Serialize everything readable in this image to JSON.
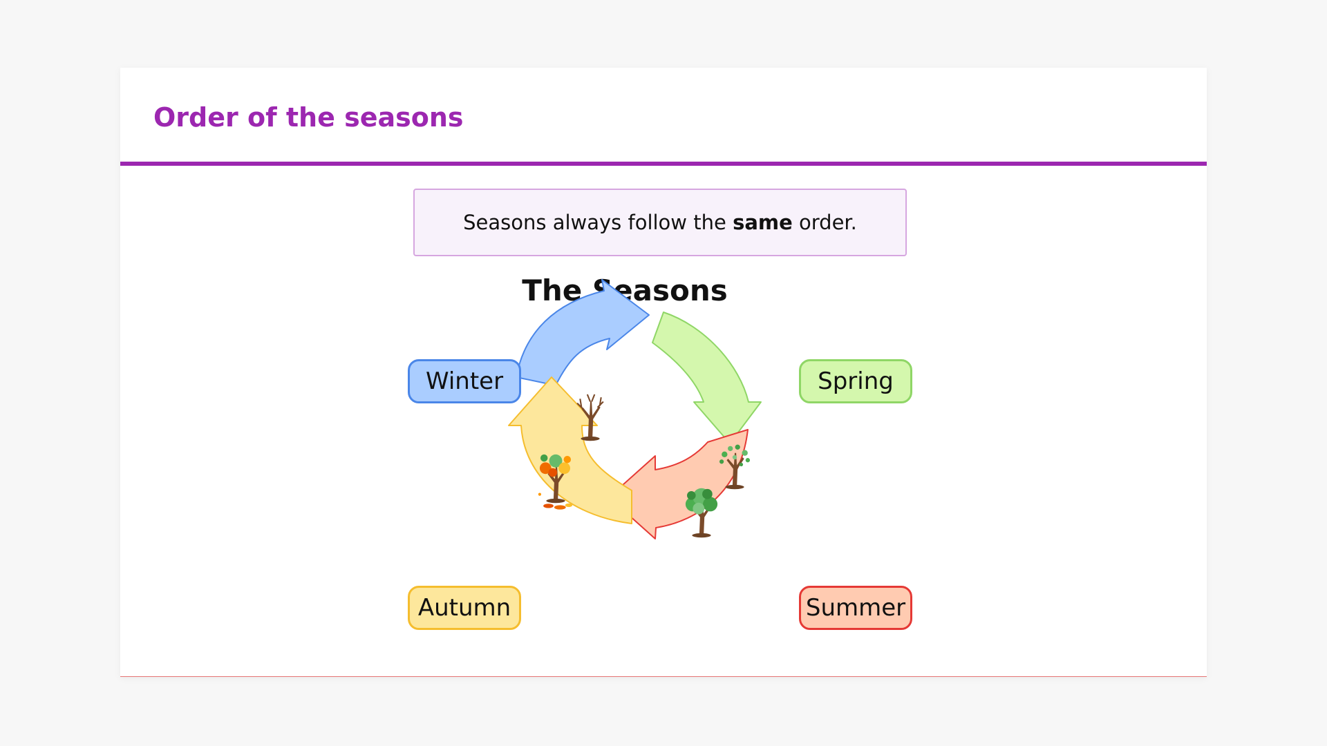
{
  "header": {
    "title": "Order of the seasons"
  },
  "callout": {
    "text_before": "Seasons always follow the ",
    "text_bold": "same",
    "text_after": " order."
  },
  "diagram": {
    "title": "The Seasons",
    "seasons": [
      {
        "label": "Winter",
        "fill": "#aacdff",
        "border": "#4a86e8"
      },
      {
        "label": "Spring",
        "fill": "#d4f7ad",
        "border": "#8fd666"
      },
      {
        "label": "Summer",
        "fill": "#ffcbb1",
        "border": "#e53935"
      },
      {
        "label": "Autumn",
        "fill": "#fde79c",
        "border": "#f5bd2e"
      }
    ]
  },
  "colors": {
    "accent": "#9c27b0",
    "callout_bg": "#f8f2fb",
    "callout_border": "#d6a6e0"
  }
}
